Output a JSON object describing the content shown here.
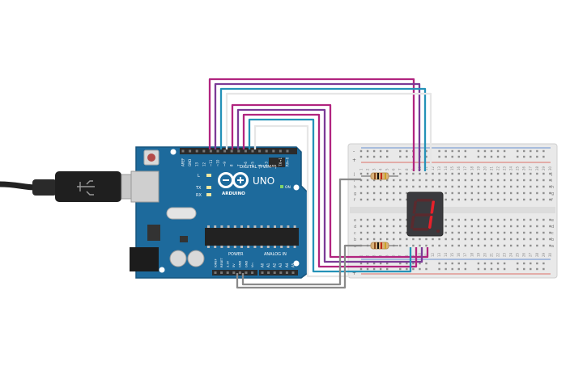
{
  "arduino": {
    "brand": "ARDUINO",
    "model": "UNO",
    "digital_label": "DIGITAL (PWM~)",
    "power_label": "POWER",
    "analog_label": "ANALOG IN",
    "on_label": "ON",
    "led_labels": [
      "L",
      "TX",
      "RX"
    ],
    "digital_pins": [
      "AREF",
      "GND",
      "13",
      "12",
      "~11",
      "~10",
      "~9",
      "8",
      "7",
      "~6",
      "~5",
      "4",
      "~3",
      "2",
      "TX→1",
      "RX←0"
    ],
    "power_pins": [
      "IOREF",
      "RESET",
      "3.3V",
      "5V",
      "GND",
      "GND",
      "Vin"
    ],
    "analog_pins": [
      "A0",
      "A1",
      "A2",
      "A3",
      "A4",
      "A5"
    ]
  },
  "breadboard": {
    "row_letters_top": [
      "j",
      "i",
      "h",
      "g",
      "f"
    ],
    "row_letters_bottom": [
      "e",
      "d",
      "c",
      "b",
      "a"
    ],
    "column_numbers": [
      "1",
      "2",
      "3",
      "4",
      "5",
      "6",
      "7",
      "8",
      "9",
      "10",
      "11",
      "12",
      "13",
      "14",
      "15",
      "16",
      "17",
      "18",
      "19",
      "20",
      "21",
      "22",
      "23",
      "24",
      "25",
      "26",
      "27",
      "28",
      "29",
      "30"
    ],
    "rail_plus": "+",
    "rail_minus": "-"
  },
  "display": {
    "shown_digit": "1"
  },
  "colors": {
    "board_blue": "#1d6a9c",
    "header_black": "#2b2b2b",
    "wire_magenta": "#b1247f",
    "wire_purple": "#7b3a96",
    "wire_cyan": "#2592b8",
    "wire_white": "#e6e6e6",
    "wire_gray": "#8a8a8a",
    "segment_on": "#e8202a",
    "segment_off": "#5a2a2e",
    "rail_red": "#d9443b",
    "rail_blue": "#3a6fc4"
  }
}
